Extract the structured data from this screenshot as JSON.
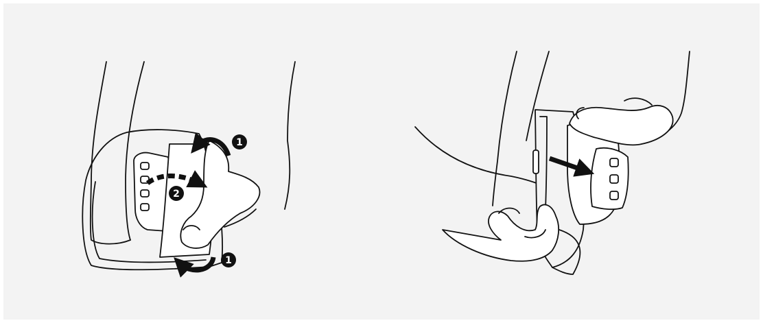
{
  "steps": {
    "badge_1_top": "1",
    "badge_2": "2",
    "badge_1_bottom": "1"
  },
  "colors": {
    "background": "#f3f3f3",
    "line": "#111111",
    "arrow": "#111111"
  }
}
